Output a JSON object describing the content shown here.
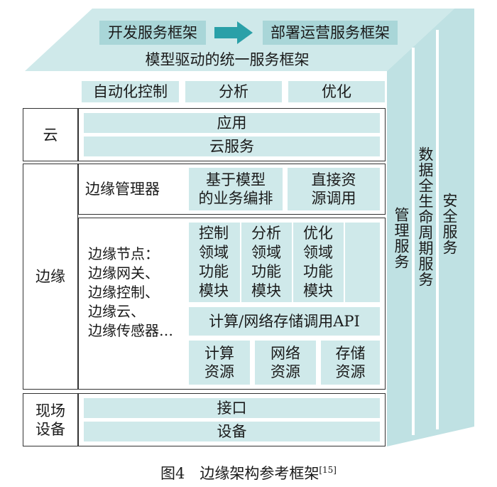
{
  "top": {
    "dev_framework": "开发服务框架",
    "deploy_framework": "部署运营服务框架",
    "unified_framework": "模型驱动的统一服务框架"
  },
  "top_tabs": [
    "自动化控制",
    "分析",
    "优化"
  ],
  "cloud": {
    "label": "云",
    "rows": [
      "应用",
      "云服务"
    ]
  },
  "edge": {
    "label": "边缘",
    "manager_label": "边缘管理器",
    "manager_cells": [
      "基于模型\n的业务编排",
      "直接资\n源调用"
    ],
    "node_text": "边缘节点：\n边缘网关、\n边缘控制、\n边缘云、\n边缘传感器…",
    "modules": [
      "控制\n领域\n功能\n模块",
      "分析\n领域\n功能\n模块",
      "优化\n领域\n功能\n模块"
    ],
    "api": "计算/网络存储调用API",
    "resources": [
      "计算\n资源",
      "网络\n资源",
      "存储\n资源"
    ]
  },
  "field": {
    "label": "现场\n设备",
    "rows": [
      "接口",
      "设备"
    ]
  },
  "side": [
    "管理服务",
    "数据全生命周期服务",
    "安全服务"
  ],
  "caption": {
    "text": "图4　边缘架构参考框架",
    "ref": "[15]"
  },
  "colors": {
    "panel": "#cfe9ea",
    "panel_dark": "#a9d6d8",
    "arrow": "#2aa0a8",
    "border": "#333333"
  }
}
